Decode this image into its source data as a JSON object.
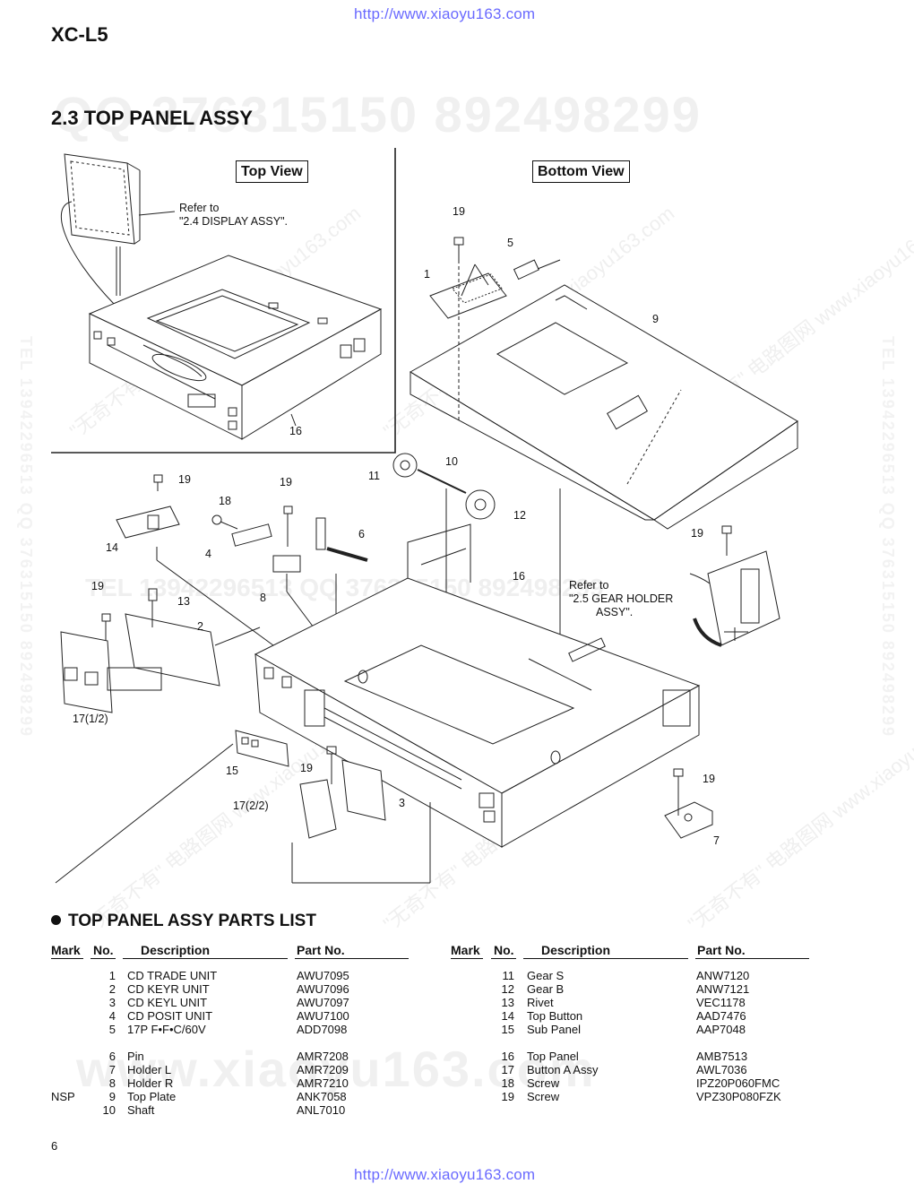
{
  "header": {
    "url_top": "http://www.xiaoyu163.com",
    "url_bottom": "http://www.xiaoyu163.com",
    "model": "XC-L5",
    "section_title": "2.3 TOP PANEL ASSY"
  },
  "watermarks": {
    "big_top": "QQ 376315150   892498299",
    "big_bottom": "www.xiaoyu163.com",
    "side_left": "TEL 13942296513   QQ 376315150   892498299",
    "side_right": "TEL 13942296513   QQ 376315150   892498299",
    "diag_1": "\"无奇不有\" 电路图网 www.xiaoyu163.com",
    "diag_2": "\"无奇不有\" 电路图网 www.xiaoyu163.com",
    "diag_3": "\"无奇不有\" 电路图网 www.xiaoyu163.com",
    "diag_4": "\"无奇不有\" 电路图网 www.xiaoyu163.com",
    "diag_5": "\"无奇不有\" 电路图网 www.xiaoyu163.com",
    "diag_6": "\"无奇不有\" 电路图网 www.xiaoyu163.com",
    "mid_tel": "TEL 13942296513   QQ 376315150   892498299"
  },
  "diagram": {
    "top_view_label": "Top View",
    "bottom_view_label": "Bottom View",
    "note_display_1": "Refer to",
    "note_display_2": "\"2.4 DISPLAY ASSY\".",
    "note_gear_1": "Refer to",
    "note_gear_2": "\"2.5 GEAR HOLDER",
    "note_gear_3": "ASSY\".",
    "callouts": {
      "c19a": "19",
      "c5": "5",
      "c1": "1",
      "c9": "9",
      "c16a": "16",
      "c10": "10",
      "c11": "11",
      "c12": "12",
      "c19b": "19",
      "c18": "18",
      "c19c": "19",
      "c14": "14",
      "c4": "4",
      "c6": "6",
      "c16b": "16",
      "c19d": "19",
      "c19e": "19",
      "c13": "13",
      "c8": "8",
      "c2": "2",
      "c17a": "17(1/2)",
      "c15": "15",
      "c19f": "19",
      "c17b": "17(2/2)",
      "c3": "3",
      "c19g": "19",
      "c7": "7"
    }
  },
  "parts_list": {
    "title": "TOP PANEL ASSY PARTS LIST",
    "columns": {
      "mark": "Mark",
      "no": "No.",
      "description": "Description",
      "part_no": "Part No."
    },
    "left": [
      {
        "mark": "",
        "no": "1",
        "desc": "CD TRADE UNIT",
        "part": "AWU7095"
      },
      {
        "mark": "",
        "no": "2",
        "desc": "CD KEYR UNIT",
        "part": "AWU7096"
      },
      {
        "mark": "",
        "no": "3",
        "desc": "CD KEYL UNIT",
        "part": "AWU7097"
      },
      {
        "mark": "",
        "no": "4",
        "desc": "CD POSIT UNIT",
        "part": "AWU7100"
      },
      {
        "mark": "",
        "no": "5",
        "desc": "17P F•F•C/60V",
        "part": "ADD7098"
      },
      {
        "mark": "",
        "no": "6",
        "desc": "Pin",
        "part": "AMR7208"
      },
      {
        "mark": "",
        "no": "7",
        "desc": "Holder L",
        "part": "AMR7209"
      },
      {
        "mark": "",
        "no": "8",
        "desc": "Holder R",
        "part": "AMR7210"
      },
      {
        "mark": "NSP",
        "no": "9",
        "desc": "Top Plate",
        "part": "ANK7058"
      },
      {
        "mark": "",
        "no": "10",
        "desc": "Shaft",
        "part": "ANL7010"
      }
    ],
    "right": [
      {
        "mark": "",
        "no": "11",
        "desc": "Gear S",
        "part": "ANW7120"
      },
      {
        "mark": "",
        "no": "12",
        "desc": "Gear B",
        "part": "ANW7121"
      },
      {
        "mark": "",
        "no": "13",
        "desc": "Rivet",
        "part": "VEC1178"
      },
      {
        "mark": "",
        "no": "14",
        "desc": "Top Button",
        "part": "AAD7476"
      },
      {
        "mark": "",
        "no": "15",
        "desc": "Sub Panel",
        "part": "AAP7048"
      },
      {
        "mark": "",
        "no": "16",
        "desc": "Top Panel",
        "part": "AMB7513"
      },
      {
        "mark": "",
        "no": "17",
        "desc": "Button A Assy",
        "part": "AWL7036"
      },
      {
        "mark": "",
        "no": "18",
        "desc": "Screw",
        "part": "IPZ20P060FMC"
      },
      {
        "mark": "",
        "no": "19",
        "desc": "Screw",
        "part": "VPZ30P080FZK"
      }
    ]
  },
  "footer": {
    "page_number": "6"
  }
}
